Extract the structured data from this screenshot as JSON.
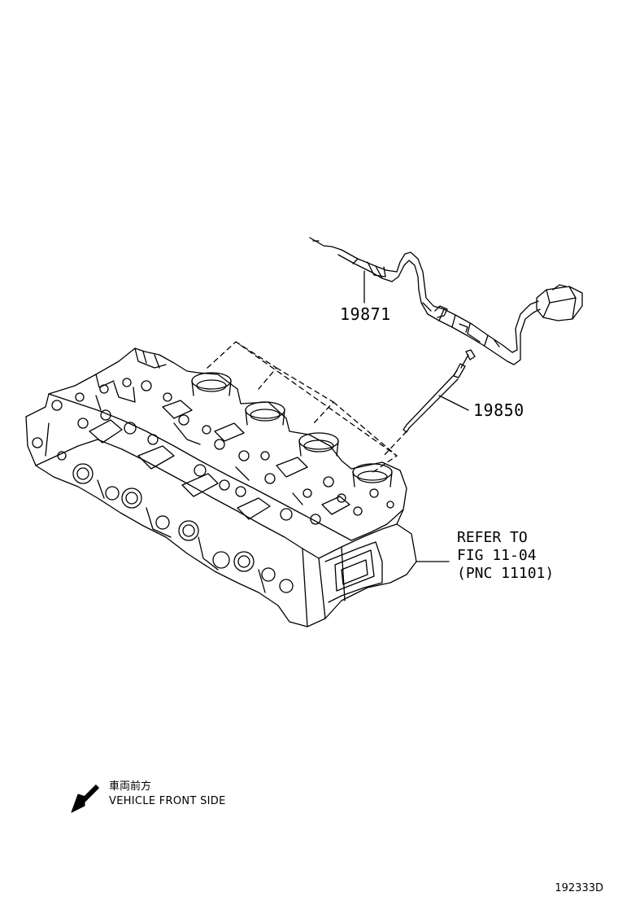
{
  "callouts": {
    "harness": "19871",
    "glow_plug": "19850"
  },
  "reference": {
    "line1": "REFER TO",
    "line2": "FIG 11-04",
    "line3": "(PNC 11101)"
  },
  "front_side": {
    "japanese": "車両前方",
    "english": "VEHICLE FRONT SIDE"
  },
  "illustration_number": "192333D",
  "colors": {
    "line": "#000000",
    "background": "#ffffff"
  },
  "icons": [
    "front-direction-arrow-icon"
  ]
}
